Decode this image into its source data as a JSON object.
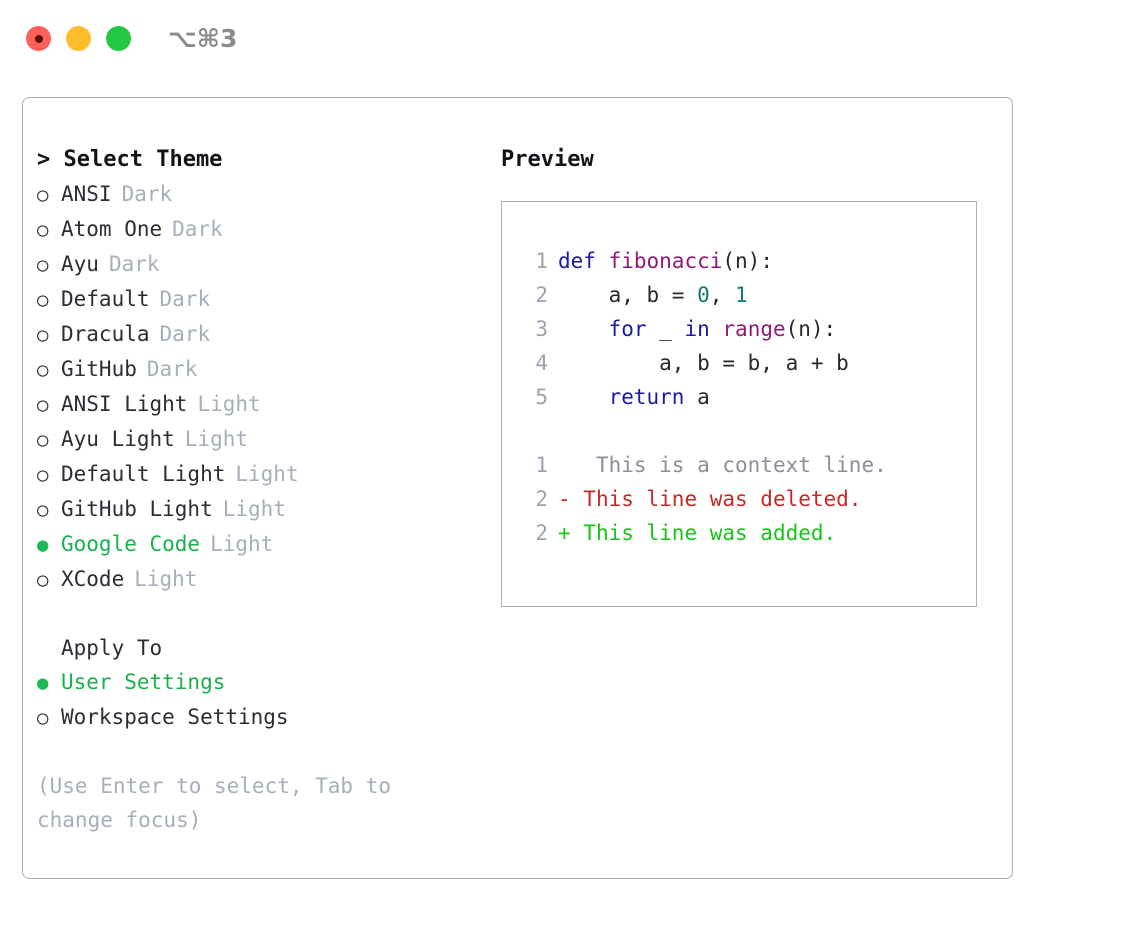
{
  "titlebar": {
    "shortcut": "⌥⌘3",
    "buttons": [
      {
        "name": "close",
        "color": "#ff6159"
      },
      {
        "name": "minimize",
        "color": "#ffbd2e"
      },
      {
        "name": "maximize",
        "color": "#23c840"
      }
    ]
  },
  "accent_color": "#18b14b",
  "left": {
    "heading": "> Select Theme",
    "themes": [
      {
        "bullet": "○",
        "name": "ANSI",
        "tag": "Dark",
        "selected": false
      },
      {
        "bullet": "○",
        "name": "Atom One",
        "tag": "Dark",
        "selected": false
      },
      {
        "bullet": "○",
        "name": "Ayu",
        "tag": "Dark",
        "selected": false
      },
      {
        "bullet": "○",
        "name": "Default",
        "tag": "Dark",
        "selected": false
      },
      {
        "bullet": "○",
        "name": "Dracula",
        "tag": "Dark",
        "selected": false
      },
      {
        "bullet": "○",
        "name": "GitHub",
        "tag": "Dark",
        "selected": false
      },
      {
        "bullet": "○",
        "name": "ANSI Light",
        "tag": "Light",
        "selected": false
      },
      {
        "bullet": "○",
        "name": "Ayu Light",
        "tag": "Light",
        "selected": false
      },
      {
        "bullet": "○",
        "name": "Default Light",
        "tag": "Light",
        "selected": false
      },
      {
        "bullet": "○",
        "name": "GitHub Light",
        "tag": "Light",
        "selected": false
      },
      {
        "bullet": "●",
        "name": "Google Code",
        "tag": "Light",
        "selected": true
      },
      {
        "bullet": "○",
        "name": "XCode",
        "tag": "Light",
        "selected": false
      }
    ],
    "apply_to_heading": "Apply To",
    "apply_to_options": [
      {
        "bullet": "●",
        "name": "User Settings",
        "selected": true
      },
      {
        "bullet": "○",
        "name": "Workspace Settings",
        "selected": false
      }
    ],
    "hint": "(Use Enter to select, Tab to change focus)"
  },
  "right": {
    "preview_title": "Preview",
    "code_lines": [
      {
        "no": "1",
        "tokens": [
          {
            "t": "def",
            "c": "kw"
          },
          {
            "t": " ",
            "c": "pl"
          },
          {
            "t": "fibonacci",
            "c": "fn"
          },
          {
            "t": "(n):",
            "c": "pl"
          }
        ]
      },
      {
        "no": "2",
        "tokens": [
          {
            "t": "    a, b = ",
            "c": "pl"
          },
          {
            "t": "0",
            "c": "num"
          },
          {
            "t": ", ",
            "c": "pl"
          },
          {
            "t": "1",
            "c": "num"
          }
        ]
      },
      {
        "no": "3",
        "tokens": [
          {
            "t": "    ",
            "c": "pl"
          },
          {
            "t": "for",
            "c": "kw"
          },
          {
            "t": " _ ",
            "c": "pl"
          },
          {
            "t": "in",
            "c": "kw"
          },
          {
            "t": " ",
            "c": "pl"
          },
          {
            "t": "range",
            "c": "fn"
          },
          {
            "t": "(n):",
            "c": "pl"
          }
        ]
      },
      {
        "no": "4",
        "tokens": [
          {
            "t": "        a, b = b, a + b",
            "c": "pl"
          }
        ]
      },
      {
        "no": "5",
        "tokens": [
          {
            "t": "    ",
            "c": "pl"
          },
          {
            "t": "return",
            "c": "kw"
          },
          {
            "t": " a",
            "c": "pl"
          }
        ]
      }
    ],
    "diff_lines": [
      {
        "no": "1",
        "marker": " ",
        "text": "  This is a context line.",
        "kind": "diff-ctx"
      },
      {
        "no": "2",
        "marker": "-",
        "text": " This line was deleted.",
        "kind": "diff-del"
      },
      {
        "no": "2",
        "marker": "+",
        "text": " This line was added.",
        "kind": "diff-add"
      }
    ]
  }
}
